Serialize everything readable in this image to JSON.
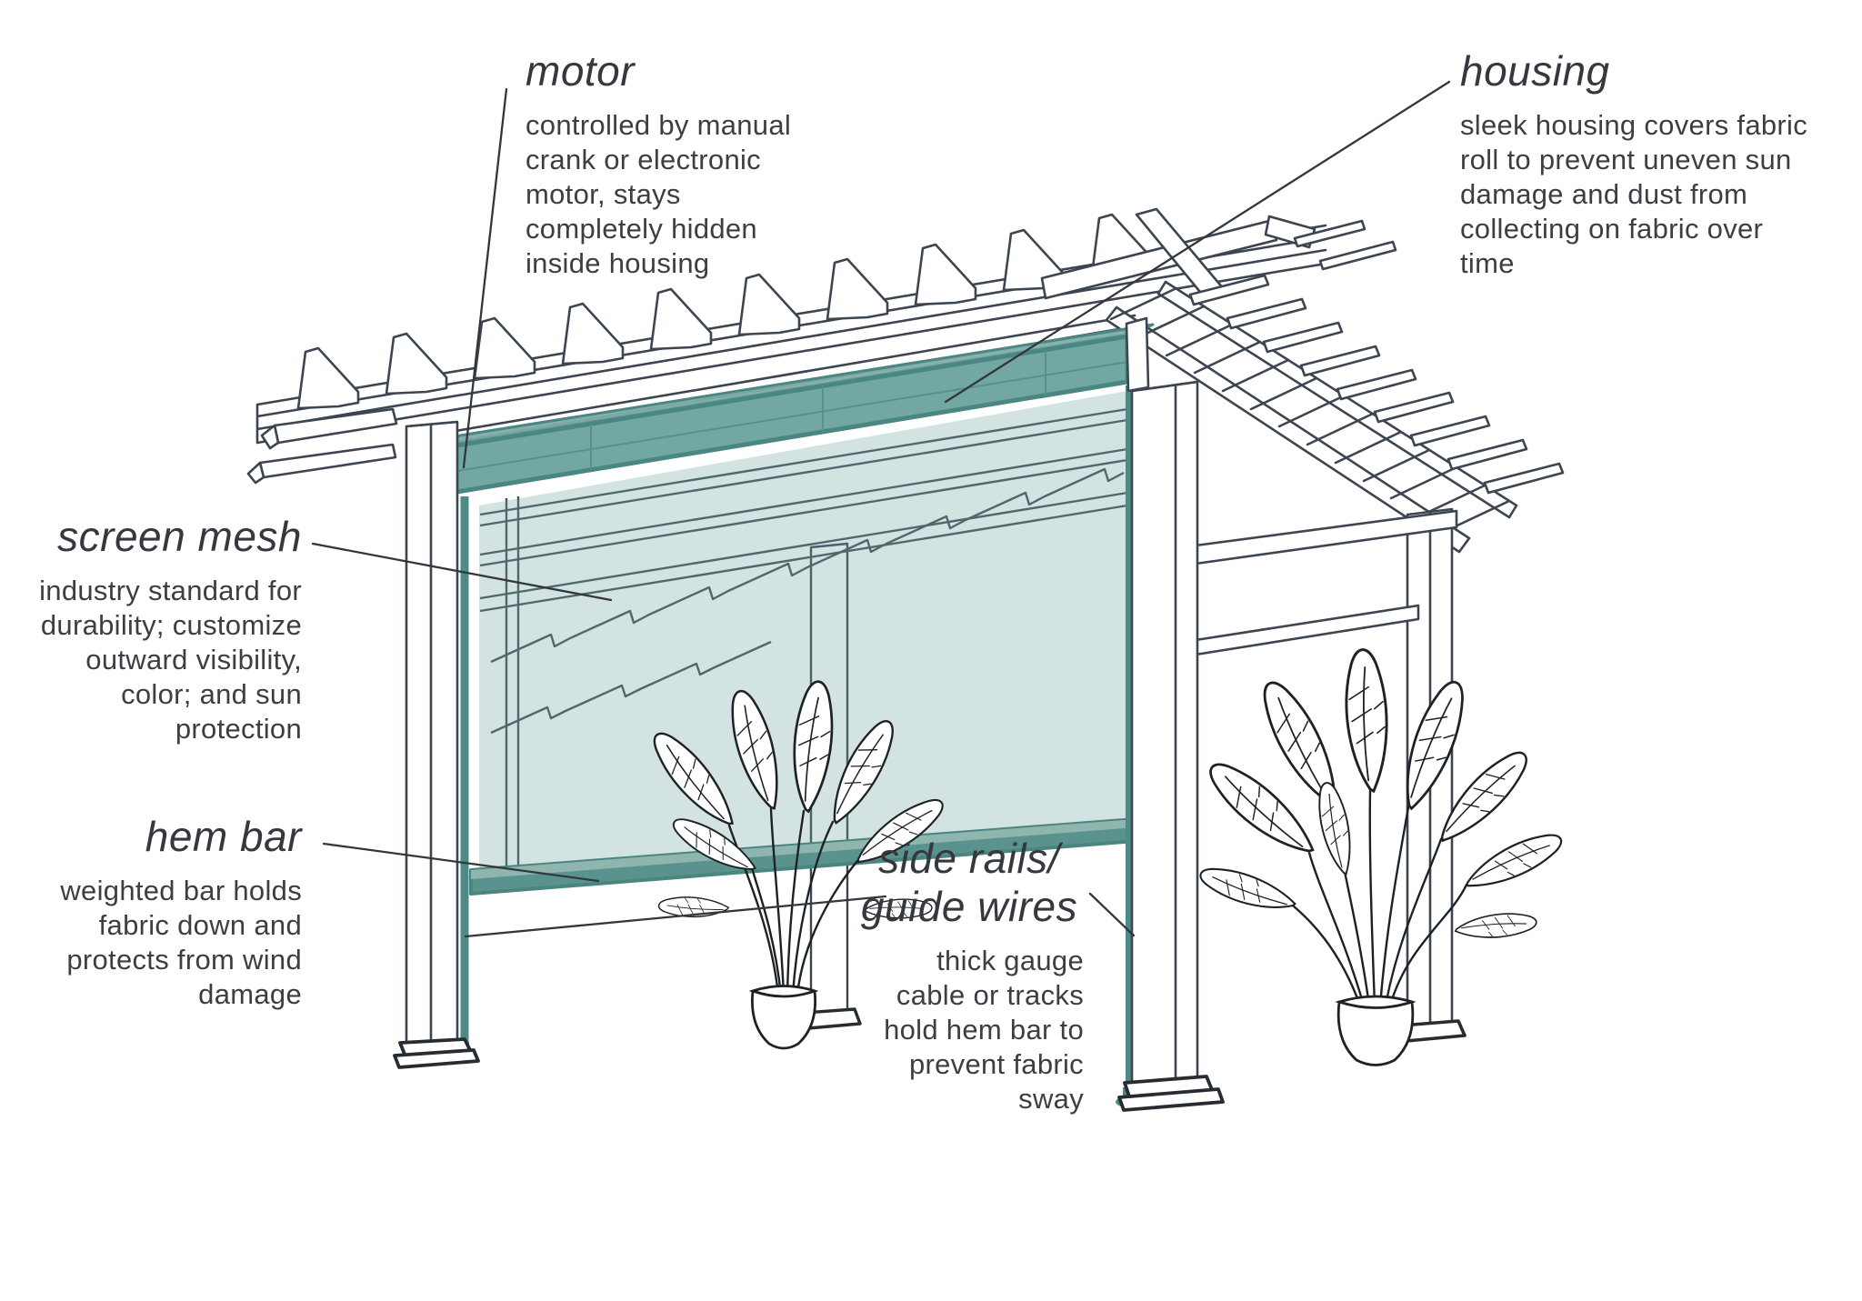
{
  "labels": {
    "motor": {
      "title": "motor",
      "body": "controlled by manual\ncrank or electronic\nmotor, stays\ncompletely hidden\ninside housing"
    },
    "housing": {
      "title": "housing",
      "body": "sleek housing covers fabric\nroll to prevent uneven sun\ndamage and dust from\ncollecting on fabric over\ntime"
    },
    "screen_mesh": {
      "title": "screen mesh",
      "body": "industry standard for\ndurability; customize\noutward visibility,\ncolor; and sun\nprotection"
    },
    "hem_bar": {
      "title": "hem bar",
      "body": "weighted bar holds\nfabric down and\nprotects from wind\ndamage"
    },
    "side_rails": {
      "title": "side rails/\nguide wires",
      "body": "thick gauge\ncable or tracks\nhold hem bar to\nprevent fabric\nsway"
    }
  },
  "colors": {
    "accent_teal": "#4e8b86",
    "housing_fill": "#68a09a",
    "housing_top_fill": "#7fada8",
    "mesh_fill": "#d5e4e1",
    "hem_bar_fill": "#5a938d",
    "structure_line": "#3d4551",
    "plant_line": "#1e2126",
    "text": "#3b3e43"
  }
}
